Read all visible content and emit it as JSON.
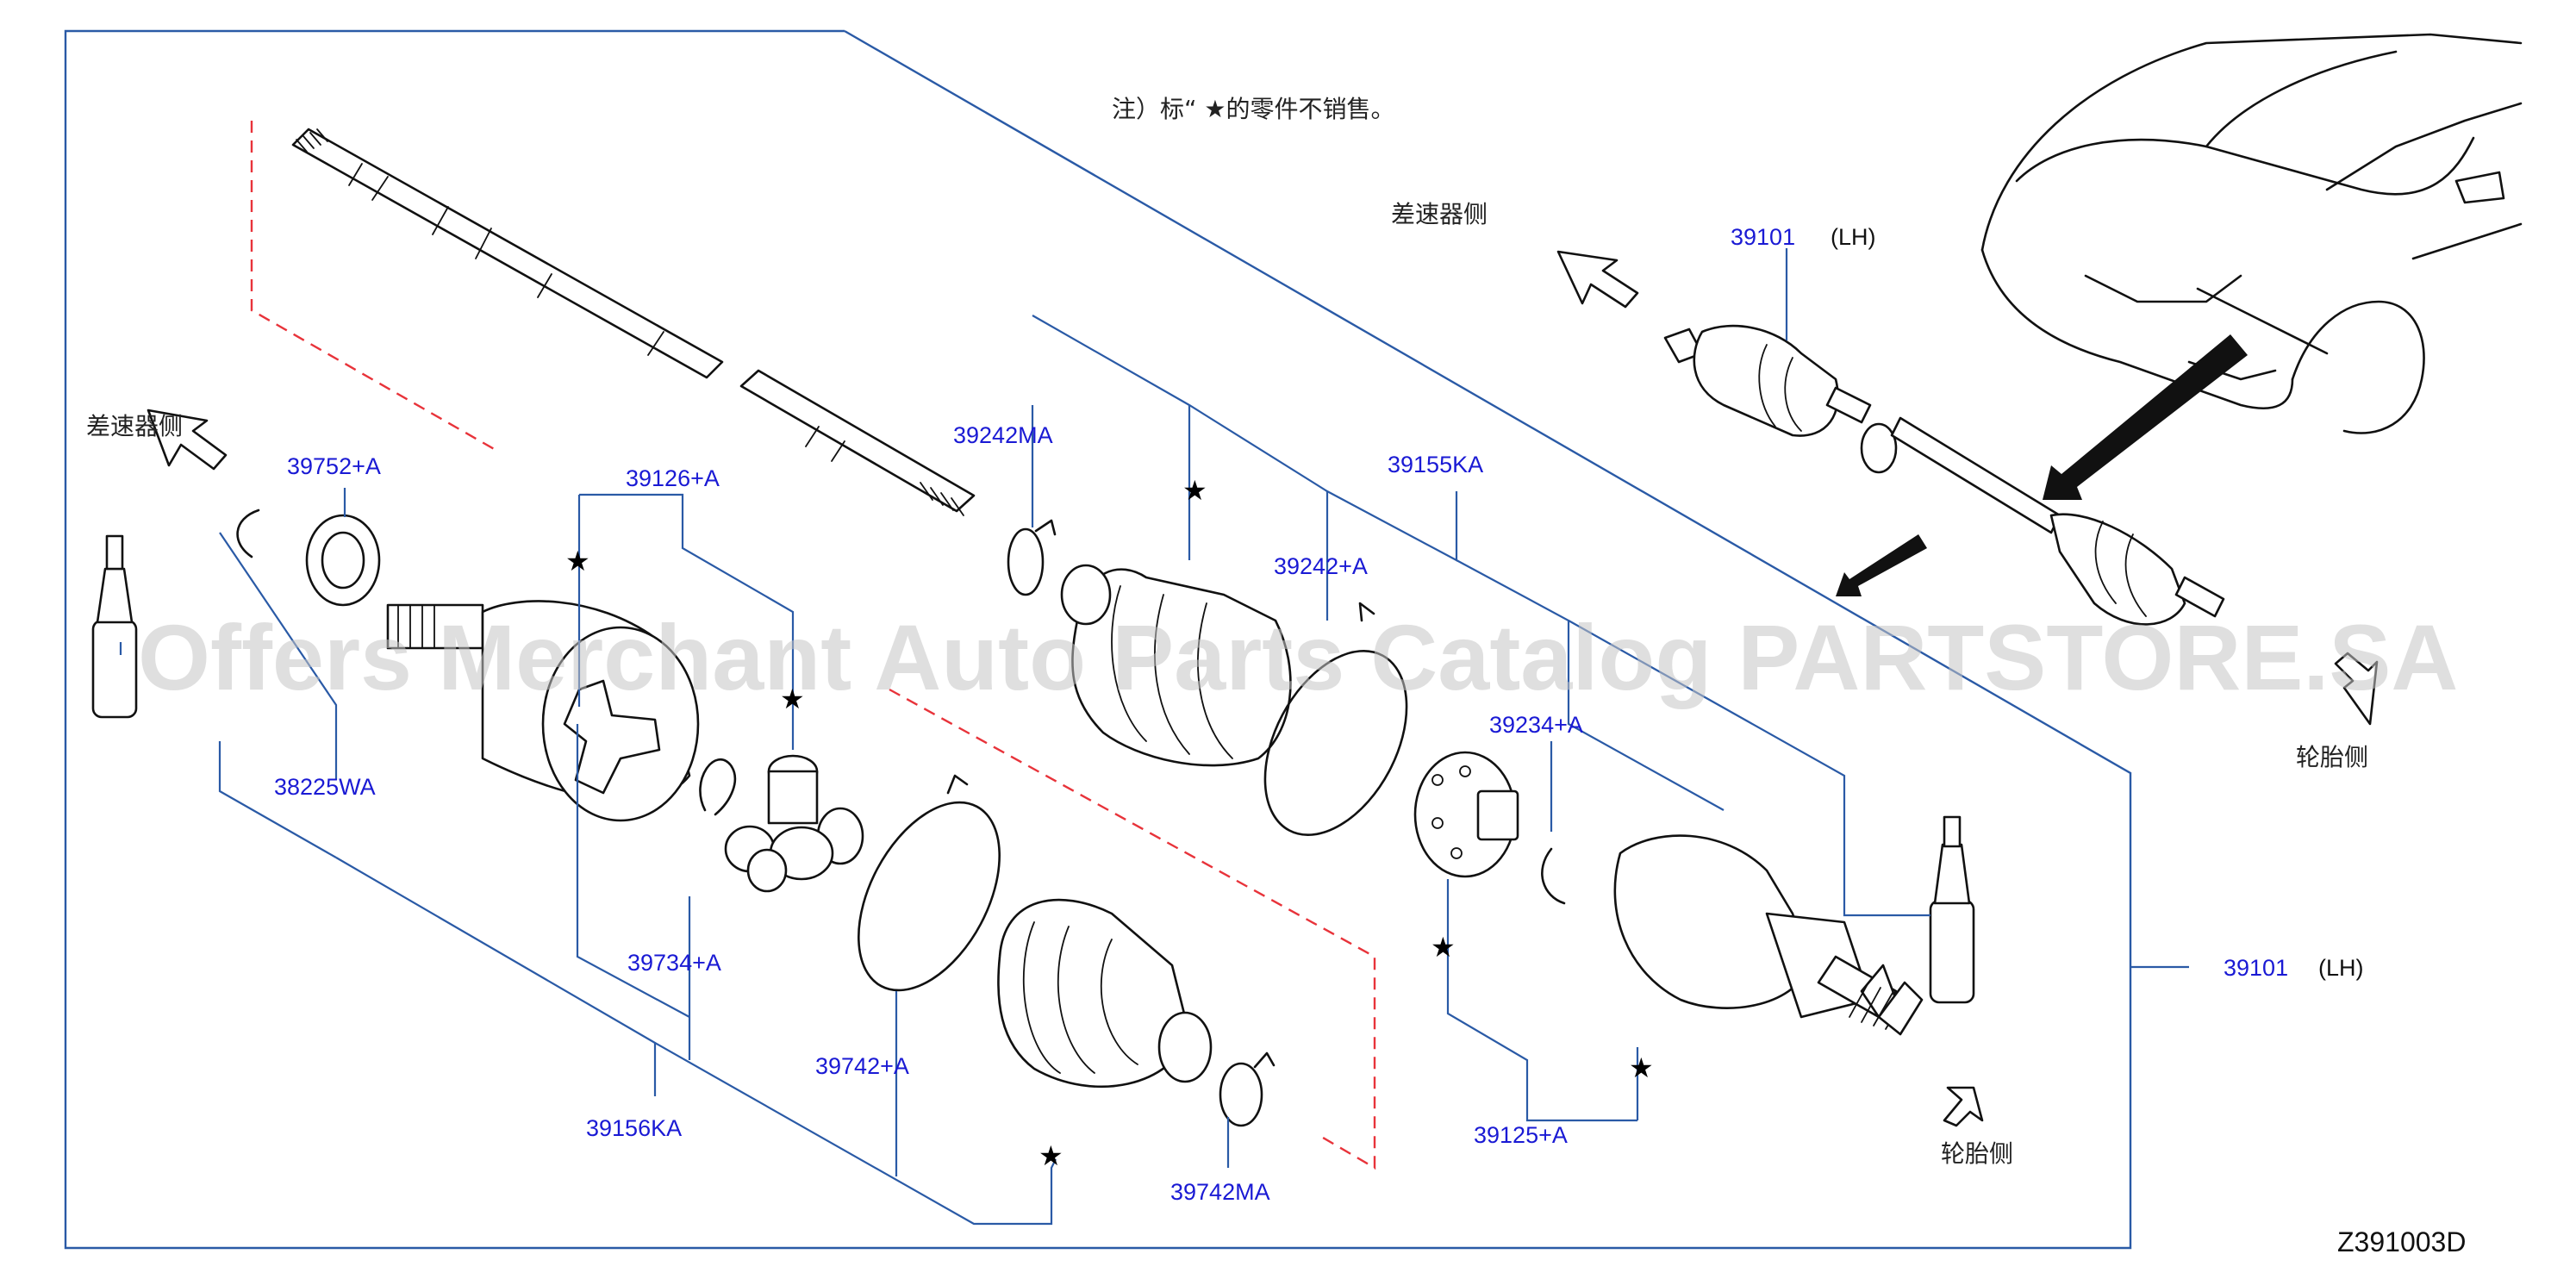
{
  "note": {
    "text": "注）标“ ★的零件不销售。"
  },
  "direction_labels": {
    "diff_side": "差速器侧",
    "tire_side": "轮胎侧"
  },
  "parts": {
    "p39101_top": "39101",
    "p39101_top_side": "(LH)",
    "p39101_right": "39101",
    "p39101_right_side": "(LH)",
    "p39752": "39752+A",
    "p39126": "39126+A",
    "p39242MA": "39242MA",
    "p39155KA": "39155KA",
    "p39242": "39242+A",
    "p39234": "39234+A",
    "p38225WA": "38225WA",
    "p39734": "39734+A",
    "p39742": "39742+A",
    "p39156KA": "39156KA",
    "p39742MA": "39742MA",
    "p39125": "39125+A"
  },
  "star_symbol": "★",
  "diagram_code": "Z391003D",
  "watermark": "Offers Merchant Auto Parts Catalog PARTSTORE.SA"
}
